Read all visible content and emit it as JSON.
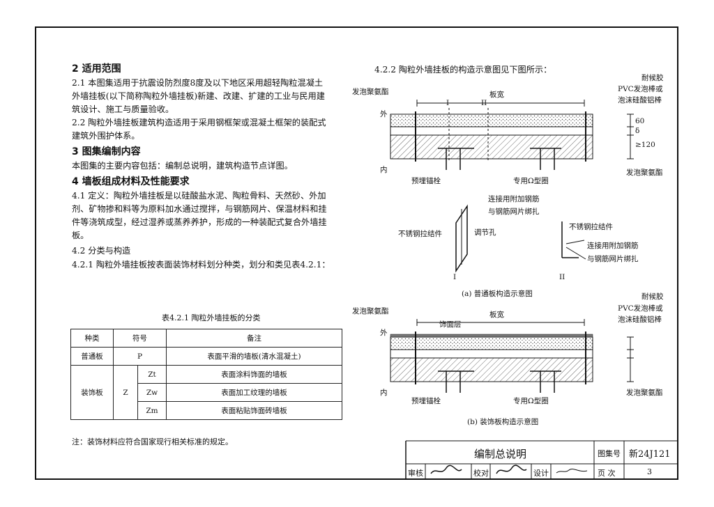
{
  "section2": {
    "heading": "2 适用范围",
    "p1": [
      "2.1 本图集适用于抗震设防烈度8度及以下地区采用超轻陶粒混凝土",
      "外墙挂板(以下简称陶粒外墙挂板)新建、改建、扩建的工业与民用建",
      "筑设计、施工与质量验收。"
    ],
    "p2": [
      "2.2 陶粒外墙挂板建筑构造适用于采用钢框架或混凝土框架的装配式",
      "建筑外围护体系。"
    ]
  },
  "section3": {
    "heading": "3 图集编制内容",
    "p1": "本图集的主要内容包括：编制总说明，建筑构造节点详图。"
  },
  "section4": {
    "heading": "4 墙板组成材料及性能要求",
    "p1": [
      "4.1 定义：陶粒外墙挂板是以硅酸盐水泥、陶粒骨料、天然砂、外加",
      "剂、矿物掺和料等为原料加水通过搅拌，与钢筋网片、保温材料和挂",
      "件等浇筑成型，经过湿养或蒸养养护，形成的一种装配式复合外墙挂",
      "板。"
    ],
    "p2": "4.2 分类与构造",
    "p3": "4.2.1 陶粒外墙挂板按表面装饰材料划分种类，划分和类见表4.2.1：",
    "p4": "4.2.2 陶粒外墙挂板的构造示意图见下图所示："
  },
  "table": {
    "caption": "表4.2.1 陶粒外墙挂板的分类",
    "headers": [
      "种类",
      "符号",
      "备注"
    ],
    "row_common": {
      "kind": "普通板",
      "symbol": "P",
      "note": "表面平滑的墙板(清水混凝土)"
    },
    "decor_kind": "装饰板",
    "decor_symbol": "Z",
    "decor_rows": [
      {
        "sub": "Zt",
        "note": "表面涂料饰面的墙板"
      },
      {
        "sub": "Zw",
        "note": "表面加工纹理的墙板"
      },
      {
        "sub": "Zm",
        "note": "表面粘贴饰面砖墙板"
      }
    ]
  },
  "note": "注：装饰材料应符合国家现行相关标准的规定。",
  "diagram_a": {
    "sealant_left": "发泡聚氨酯",
    "width_label": "板宽",
    "mark1": "I",
    "mark2": "II",
    "outside": "外",
    "inside": "内",
    "weather_glue": "耐候胶",
    "pvc1": "PVC发泡棒或",
    "pvc2": "泡沫硅酸铝棒",
    "sealant_right": "发泡聚氨酯",
    "anchor": "预埋锚栓",
    "omega": "专用Ω型圈",
    "dim1": "60",
    "dim2": "δ",
    "dim3": "≥120",
    "tie_left": "不锈钢拉结件",
    "adjust_hole": "调节孔",
    "conn1": "连接用附加钢筋",
    "conn2": "与钢筋网片绑扎",
    "tie_right": "不锈钢拉结件",
    "conn3": "连接用附加钢筋",
    "conn4": "与钢筋网片绑扎",
    "roman1": "I",
    "roman2": "II",
    "caption": "(a) 普通板构造示意图"
  },
  "diagram_b": {
    "sealant_left": "发泡聚氨酯",
    "width_label": "板宽",
    "finish": "饰面层",
    "outside": "外",
    "inside": "内",
    "weather_glue": "耐候胶",
    "pvc1": "PVC发泡棒或",
    "pvc2": "泡沫硅酸铝棒",
    "sealant_right": "发泡聚氨酯",
    "anchor": "预埋锚栓",
    "omega": "专用Ω型圈",
    "caption": "(b) 装饰板构造示意图"
  },
  "title_block": {
    "title": "编制总说明",
    "atlas_label": "图集号",
    "atlas_no": "新24J121",
    "review": "审核",
    "check": "校对",
    "design": "设计",
    "page_label": "页  次",
    "page_no": "3"
  }
}
